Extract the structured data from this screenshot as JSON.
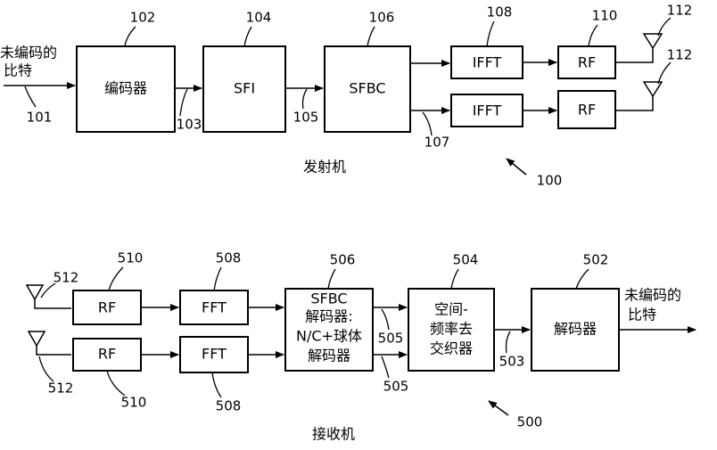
{
  "transmitter": {
    "caption": "发射机",
    "ref": "100",
    "input_label": [
      "未编码的",
      "比特"
    ],
    "input_ref": "101",
    "blocks": {
      "encoder": {
        "label": "编码器",
        "ref": "102"
      },
      "sfi": {
        "label": "SFI",
        "ref": "104"
      },
      "sfbc": {
        "label": "SFBC",
        "ref": "106"
      },
      "ifft_top": {
        "label": "IFFT",
        "ref": "108"
      },
      "ifft_bottom": {
        "label": "IFFT"
      },
      "rf_top": {
        "label": "RF",
        "ref": "110"
      },
      "rf_bottom": {
        "label": "RF"
      }
    },
    "wire_refs": {
      "encoder_out": "103",
      "sfi_out": "105",
      "sfbc_out": "107"
    },
    "antenna_refs": [
      "112",
      "112"
    ]
  },
  "receiver": {
    "caption": "接收机",
    "ref": "500",
    "output_label": [
      "未编码的",
      "比特"
    ],
    "antenna_refs": [
      "512",
      "512"
    ],
    "blocks": {
      "rf_top": {
        "label": "RF",
        "ref": "510"
      },
      "rf_bottom": {
        "label": "RF",
        "ref": "510"
      },
      "fft_top": {
        "label": "FFT",
        "ref": "508"
      },
      "fft_bottom": {
        "label": "FFT",
        "ref": "508"
      },
      "sfbc_decoder": {
        "label": [
          "SFBC",
          "解码器:",
          "N/C+球体",
          "解码器"
        ],
        "ref": "506"
      },
      "deinterleaver": {
        "label": [
          "空间-",
          "频率去",
          "交织器"
        ],
        "ref": "504"
      },
      "decoder": {
        "label": "解码器",
        "ref": "502"
      }
    },
    "wire_refs": {
      "sfbc_out_top": "505",
      "sfbc_out_bottom": "505",
      "deinterleaver_out": "503"
    }
  }
}
